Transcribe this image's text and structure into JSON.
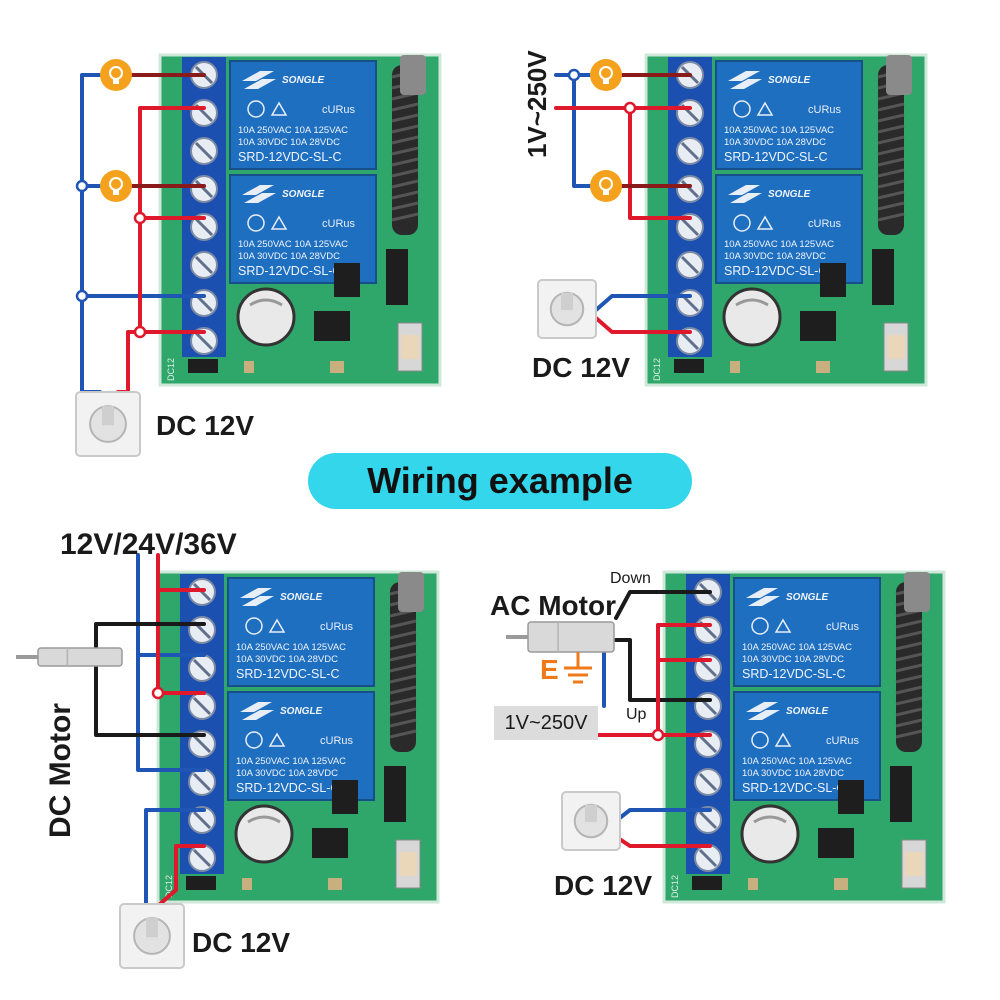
{
  "title": "Wiring example",
  "relay_module": {
    "relay_brand": "SONGLE",
    "relay_ratings": [
      "10A 250VAC",
      "10A 125VAC",
      "10A 30VDC",
      "10A 28VDC"
    ],
    "relay_model": "SRD-12VDC-SL-C",
    "board_marking": "DC12"
  },
  "diagrams": [
    {
      "id": "lights-dc",
      "supply_label": "DC 12V"
    },
    {
      "id": "lights-ac",
      "load_voltage_label": "1V~250V",
      "supply_label": "DC 12V"
    },
    {
      "id": "dc-motor",
      "voltage_label": "12V/24V/36V",
      "motor_label": "DC Motor",
      "supply_label": "DC 12V"
    },
    {
      "id": "ac-motor",
      "motor_label": "AC Motor",
      "earth_label": "E",
      "direction_down": "Down",
      "direction_up": "Up",
      "load_voltage_label": "1V~250V",
      "supply_label": "DC 12V"
    }
  ],
  "colors": {
    "banner": "#33d6ea",
    "pcb": "#2fa66a",
    "relay": "#1f6fc0",
    "terminal": "#1b4fb0",
    "wire_red": "#e0182b",
    "wire_blue": "#1f55b5",
    "wire_dark_red": "#8b1a1a",
    "wire_black": "#1a1a1a",
    "bulb": "#f4a21d",
    "earth": "#f07a1a"
  },
  "icons": [
    "light-bulb-icon",
    "dc-jack-icon",
    "motor-icon",
    "earth-ground-icon"
  ]
}
